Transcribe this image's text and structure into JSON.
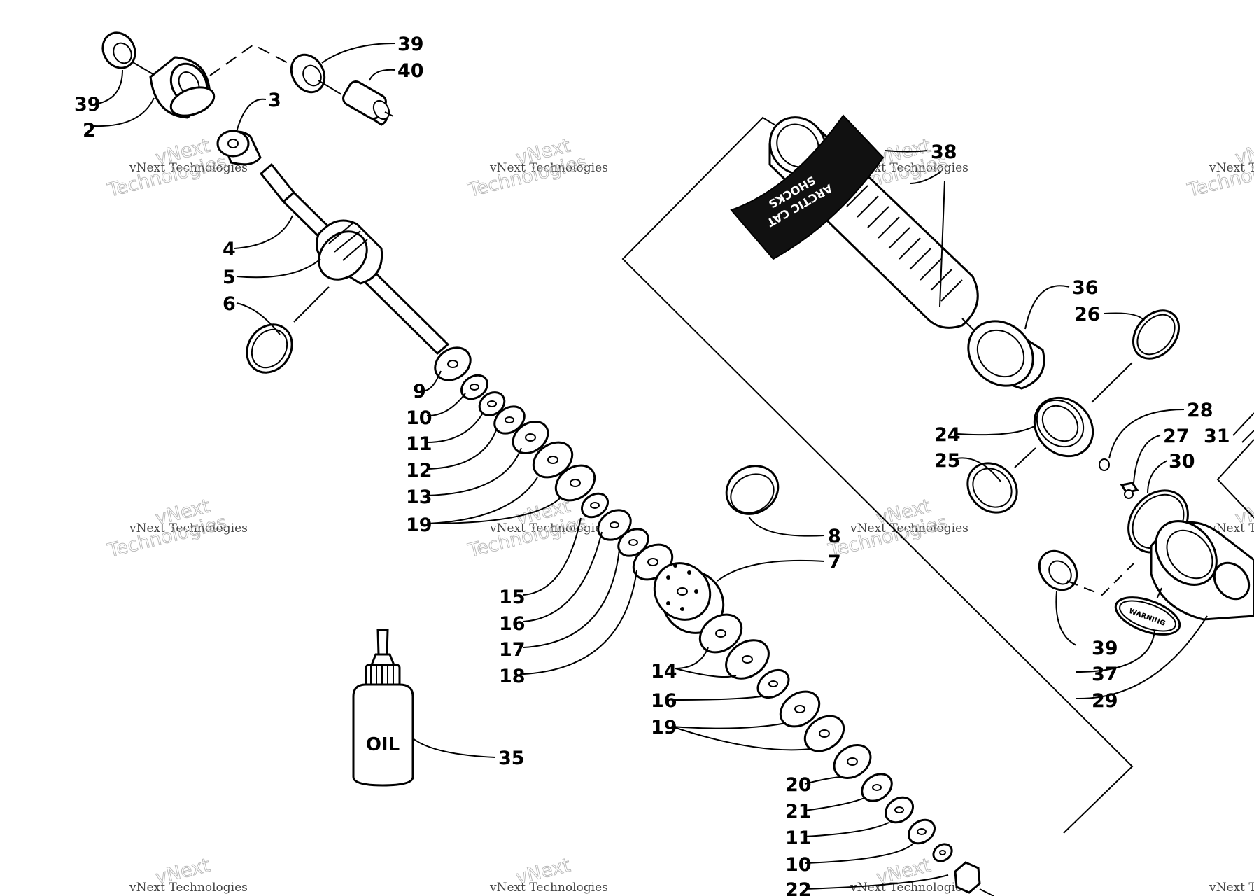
{
  "diagram": {
    "callouts": [
      {
        "id": "c1",
        "label": "39"
      },
      {
        "id": "c2",
        "label": "2"
      },
      {
        "id": "c3",
        "label": "39"
      },
      {
        "id": "c4",
        "label": "40"
      },
      {
        "id": "c5",
        "label": "3"
      },
      {
        "id": "c6",
        "label": "4"
      },
      {
        "id": "c7",
        "label": "5"
      },
      {
        "id": "c8",
        "label": "6"
      },
      {
        "id": "c9",
        "label": "9"
      },
      {
        "id": "c10",
        "label": "10"
      },
      {
        "id": "c11",
        "label": "11"
      },
      {
        "id": "c12",
        "label": "12"
      },
      {
        "id": "c13",
        "label": "13"
      },
      {
        "id": "c14",
        "label": "19"
      },
      {
        "id": "c15",
        "label": "15"
      },
      {
        "id": "c16",
        "label": "16"
      },
      {
        "id": "c17",
        "label": "17"
      },
      {
        "id": "c18",
        "label": "18"
      },
      {
        "id": "c19",
        "label": "8"
      },
      {
        "id": "c20",
        "label": "7"
      },
      {
        "id": "c21",
        "label": "14"
      },
      {
        "id": "c22",
        "label": "16"
      },
      {
        "id": "c23",
        "label": "19"
      },
      {
        "id": "c24",
        "label": "20"
      },
      {
        "id": "c25",
        "label": "21"
      },
      {
        "id": "c26",
        "label": "11"
      },
      {
        "id": "c27",
        "label": "10"
      },
      {
        "id": "c28",
        "label": "22"
      },
      {
        "id": "c29",
        "label": "35"
      },
      {
        "id": "c30",
        "label": "38"
      },
      {
        "id": "c31",
        "label": "36"
      },
      {
        "id": "c32",
        "label": "26"
      },
      {
        "id": "c33",
        "label": "28"
      },
      {
        "id": "c34",
        "label": "27"
      },
      {
        "id": "c35",
        "label": "31"
      },
      {
        "id": "c36",
        "label": "24"
      },
      {
        "id": "c37",
        "label": "30"
      },
      {
        "id": "c38",
        "label": "25"
      },
      {
        "id": "c39",
        "label": "39"
      },
      {
        "id": "c40",
        "label": "37"
      },
      {
        "id": "c41",
        "label": "29"
      }
    ],
    "oil_bottle_label": "OIL",
    "warning_plate_label": "WARNING",
    "decal": {
      "line1": "ARCTIC CAT",
      "line2": "SHOCKS"
    },
    "watermark": {
      "line1": "vNext Technologies",
      "line2": "vNext",
      "line3": "Technologies"
    }
  }
}
